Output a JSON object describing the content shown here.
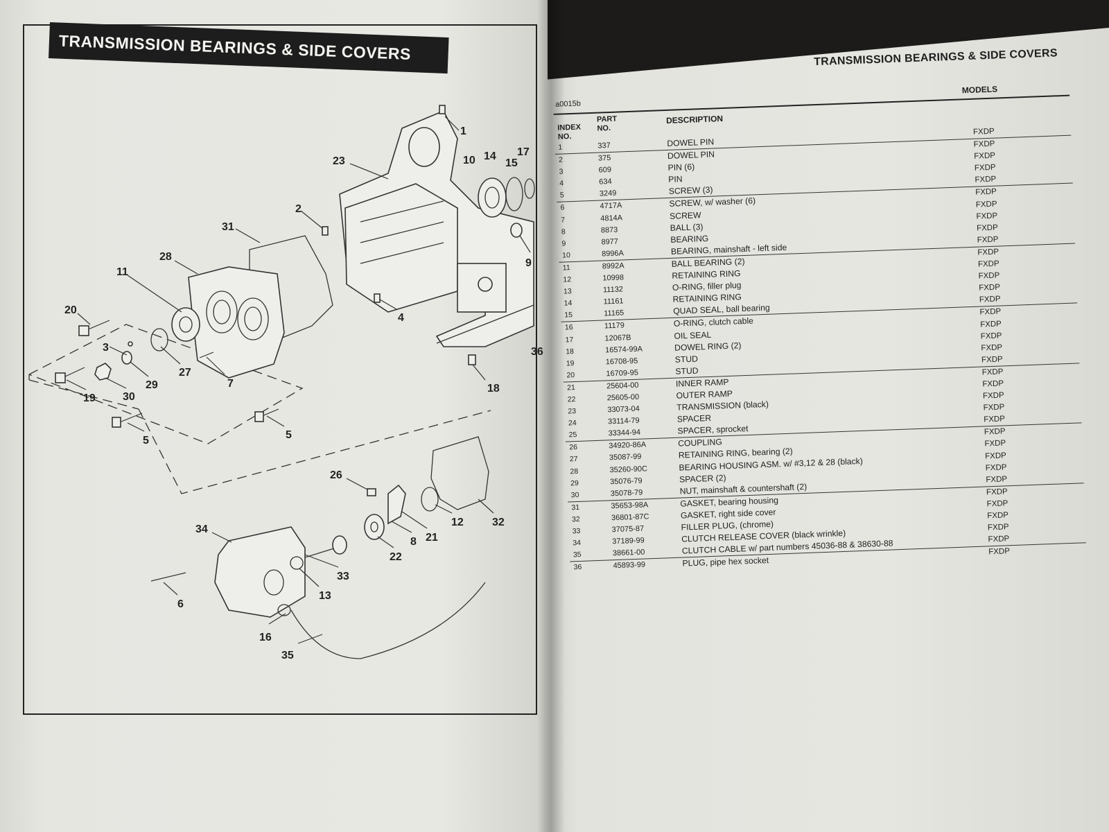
{
  "left_page": {
    "title": "TRANSMISSION BEARINGS & SIDE COVERS",
    "callouts": [
      "1",
      "23",
      "10",
      "14",
      "15",
      "17",
      "2",
      "31",
      "28",
      "11",
      "20",
      "3",
      "27",
      "29",
      "30",
      "19",
      "7",
      "4",
      "18",
      "5",
      "5",
      "26",
      "34",
      "12",
      "32",
      "8",
      "21",
      "22",
      "33",
      "13",
      "6",
      "16",
      "35",
      "9",
      "36"
    ]
  },
  "right_page": {
    "title": "TRANSMISSION BEARINGS & SIDE COVERS",
    "figure_code": "a0015b",
    "headers": {
      "index": [
        "INDEX",
        "NO."
      ],
      "part": [
        "PART",
        "NO."
      ],
      "description": "DESCRIPTION",
      "models": "MODELS"
    },
    "rows": [
      {
        "index": "1",
        "part": "337",
        "desc": "DOWEL PIN",
        "model": "FXDP"
      },
      {
        "index": "2",
        "part": "375",
        "desc": "DOWEL PIN",
        "model": "FXDP"
      },
      {
        "index": "3",
        "part": "609",
        "desc": "PIN (6)",
        "model": "FXDP"
      },
      {
        "index": "4",
        "part": "634",
        "desc": "PIN",
        "model": "FXDP"
      },
      {
        "index": "5",
        "part": "3249",
        "desc": "SCREW (3)",
        "model": "FXDP"
      },
      {
        "index": "6",
        "part": "4717A",
        "desc": "SCREW, w/ washer (6)",
        "model": "FXDP"
      },
      {
        "index": "7",
        "part": "4814A",
        "desc": "SCREW",
        "model": "FXDP"
      },
      {
        "index": "8",
        "part": "8873",
        "desc": "BALL (3)",
        "model": "FXDP"
      },
      {
        "index": "9",
        "part": "8977",
        "desc": "BEARING",
        "model": "FXDP"
      },
      {
        "index": "10",
        "part": "8996A",
        "desc": "BEARING, mainshaft - left side",
        "model": "FXDP"
      },
      {
        "index": "11",
        "part": "8992A",
        "desc": "BALL BEARING (2)",
        "model": "FXDP"
      },
      {
        "index": "12",
        "part": "10998",
        "desc": "RETAINING RING",
        "model": "FXDP"
      },
      {
        "index": "13",
        "part": "11132",
        "desc": "O-RING, filler plug",
        "model": "FXDP"
      },
      {
        "index": "14",
        "part": "11161",
        "desc": "RETAINING RING",
        "model": "FXDP"
      },
      {
        "index": "15",
        "part": "11165",
        "desc": "QUAD SEAL, ball bearing",
        "model": "FXDP"
      },
      {
        "index": "16",
        "part": "11179",
        "desc": "O-RING, clutch cable",
        "model": "FXDP"
      },
      {
        "index": "17",
        "part": "12067B",
        "desc": "OIL SEAL",
        "model": "FXDP"
      },
      {
        "index": "18",
        "part": "16574-99A",
        "desc": "DOWEL RING (2)",
        "model": "FXDP"
      },
      {
        "index": "19",
        "part": "16708-95",
        "desc": "STUD",
        "model": "FXDP"
      },
      {
        "index": "20",
        "part": "16709-95",
        "desc": "STUD",
        "model": "FXDP"
      },
      {
        "index": "21",
        "part": "25604-00",
        "desc": "INNER RAMP",
        "model": "FXDP"
      },
      {
        "index": "22",
        "part": "25605-00",
        "desc": "OUTER RAMP",
        "model": "FXDP"
      },
      {
        "index": "23",
        "part": "33073-04",
        "desc": "TRANSMISSION (black)",
        "model": "FXDP"
      },
      {
        "index": "24",
        "part": "33114-79",
        "desc": "SPACER",
        "model": "FXDP"
      },
      {
        "index": "25",
        "part": "33344-94",
        "desc": "SPACER, sprocket",
        "model": "FXDP"
      },
      {
        "index": "26",
        "part": "34920-86A",
        "desc": "COUPLING",
        "model": "FXDP"
      },
      {
        "index": "27",
        "part": "35087-99",
        "desc": "RETAINING RING, bearing (2)",
        "model": "FXDP"
      },
      {
        "index": "28",
        "part": "35260-90C",
        "desc": "BEARING HOUSING ASM. w/ #3,12 & 28 (black)",
        "model": "FXDP"
      },
      {
        "index": "29",
        "part": "35076-79",
        "desc": "SPACER (2)",
        "model": "FXDP"
      },
      {
        "index": "30",
        "part": "35078-79",
        "desc": "NUT, mainshaft & countershaft (2)",
        "model": "FXDP"
      },
      {
        "index": "31",
        "part": "35653-98A",
        "desc": "GASKET, bearing housing",
        "model": "FXDP"
      },
      {
        "index": "32",
        "part": "36801-87C",
        "desc": "GASKET, right side cover",
        "model": "FXDP"
      },
      {
        "index": "33",
        "part": "37075-87",
        "desc": "FILLER PLUG, (chrome)",
        "model": "FXDP"
      },
      {
        "index": "34",
        "part": "37189-99",
        "desc": "CLUTCH RELEASE COVER (black wrinkle)",
        "model": "FXDP"
      },
      {
        "index": "35",
        "part": "38661-00",
        "desc": "CLUTCH CABLE w/ part numbers 45036-88 & 38630-88",
        "model": "FXDP"
      },
      {
        "index": "36",
        "part": "45893-99",
        "desc": "PLUG, pipe hex socket",
        "model": "FXDP"
      }
    ]
  }
}
